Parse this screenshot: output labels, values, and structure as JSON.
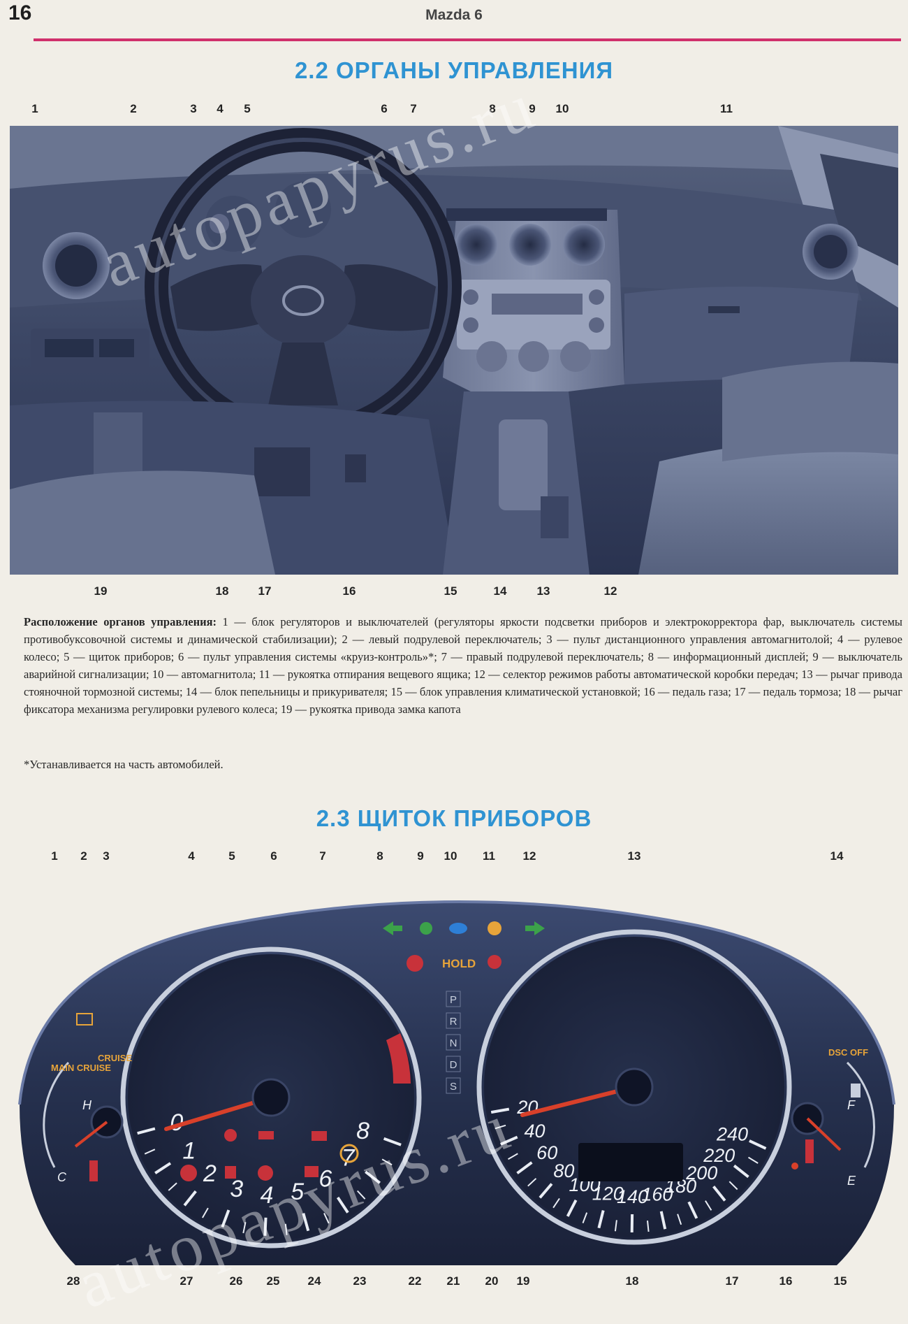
{
  "header": {
    "page_number": "16",
    "running_title": "Mazda 6"
  },
  "section_22": {
    "title": "2.2 ОРГАНЫ УПРАВЛЕНИЯ",
    "top_labels": [
      "1",
      "2",
      "3",
      "4",
      "5",
      "6",
      "7",
      "8",
      "9",
      "10",
      "11"
    ],
    "bottom_labels": [
      "19",
      "18",
      "17",
      "16",
      "15",
      "14",
      "13",
      "12"
    ],
    "caption_lead": "Расположение органов управления:",
    "caption_body": " 1 — блок регуляторов и выключателей (регуляторы яркости подсветки приборов и электрокорректора фар, выключатель системы противобуксовочной системы и динамической стабилизации); 2 — левый подрулевой переключатель; 3 — пульт дистанционного управления автомагнитолой; 4 — рулевое колесо; 5 — щиток приборов; 6 — пульт управления системы «круиз-контроль»*; 7 — правый подрулевой переключатель; 8 — информационный дисплей; 9 — выключатель аварийной сигнализации; 10 — автомагнитола; 11 — рукоятка отпирания вещевого ящика; 12 — селектор режимов работы автоматической коробки передач; 13 — рычаг привода стояночной тормозной системы; 14 — блок пепельницы и прикуривателя; 15 — блок управления климатической установкой; 16 — педаль газа; 17 — педаль тормоза; 18 — рычаг фиксатора механизма регулировки рулевого колеса; 19 — рукоятка привода замка капота",
    "footnote": "*Устанавливается на часть автомобилей."
  },
  "section_23": {
    "title": "2.3 ЩИТОК ПРИБОРОВ",
    "top_labels": [
      "1",
      "2",
      "3",
      "4",
      "5",
      "6",
      "7",
      "8",
      "9",
      "10",
      "11",
      "12",
      "13",
      "14"
    ],
    "bottom_labels": [
      "28",
      "27",
      "26",
      "25",
      "24",
      "23",
      "22",
      "21",
      "20",
      "19",
      "18",
      "17",
      "16",
      "15"
    ],
    "tacho_numbers": [
      "0",
      "1",
      "2",
      "3",
      "4",
      "5",
      "6",
      "7",
      "8"
    ],
    "speedo_numbers": [
      "20",
      "40",
      "60",
      "80",
      "100",
      "120",
      "140",
      "160",
      "180",
      "200",
      "220",
      "240"
    ],
    "indicator_main_cruise": "MAIN CRUISE",
    "indicator_cruise": "CRUISE",
    "indicator_hold": "HOLD",
    "indicator_dsc_off": "DSC OFF",
    "gear_letters": [
      "P",
      "R",
      "N",
      "D",
      "S"
    ],
    "temp_hot": "H",
    "temp_cold": "C",
    "fuel_full": "F",
    "fuel_empty": "E"
  },
  "watermark": "autopapyrus.ru",
  "colors": {
    "accent_rule": "#d0306c",
    "section_title": "#2f93d2",
    "needle": "#d8402a"
  }
}
